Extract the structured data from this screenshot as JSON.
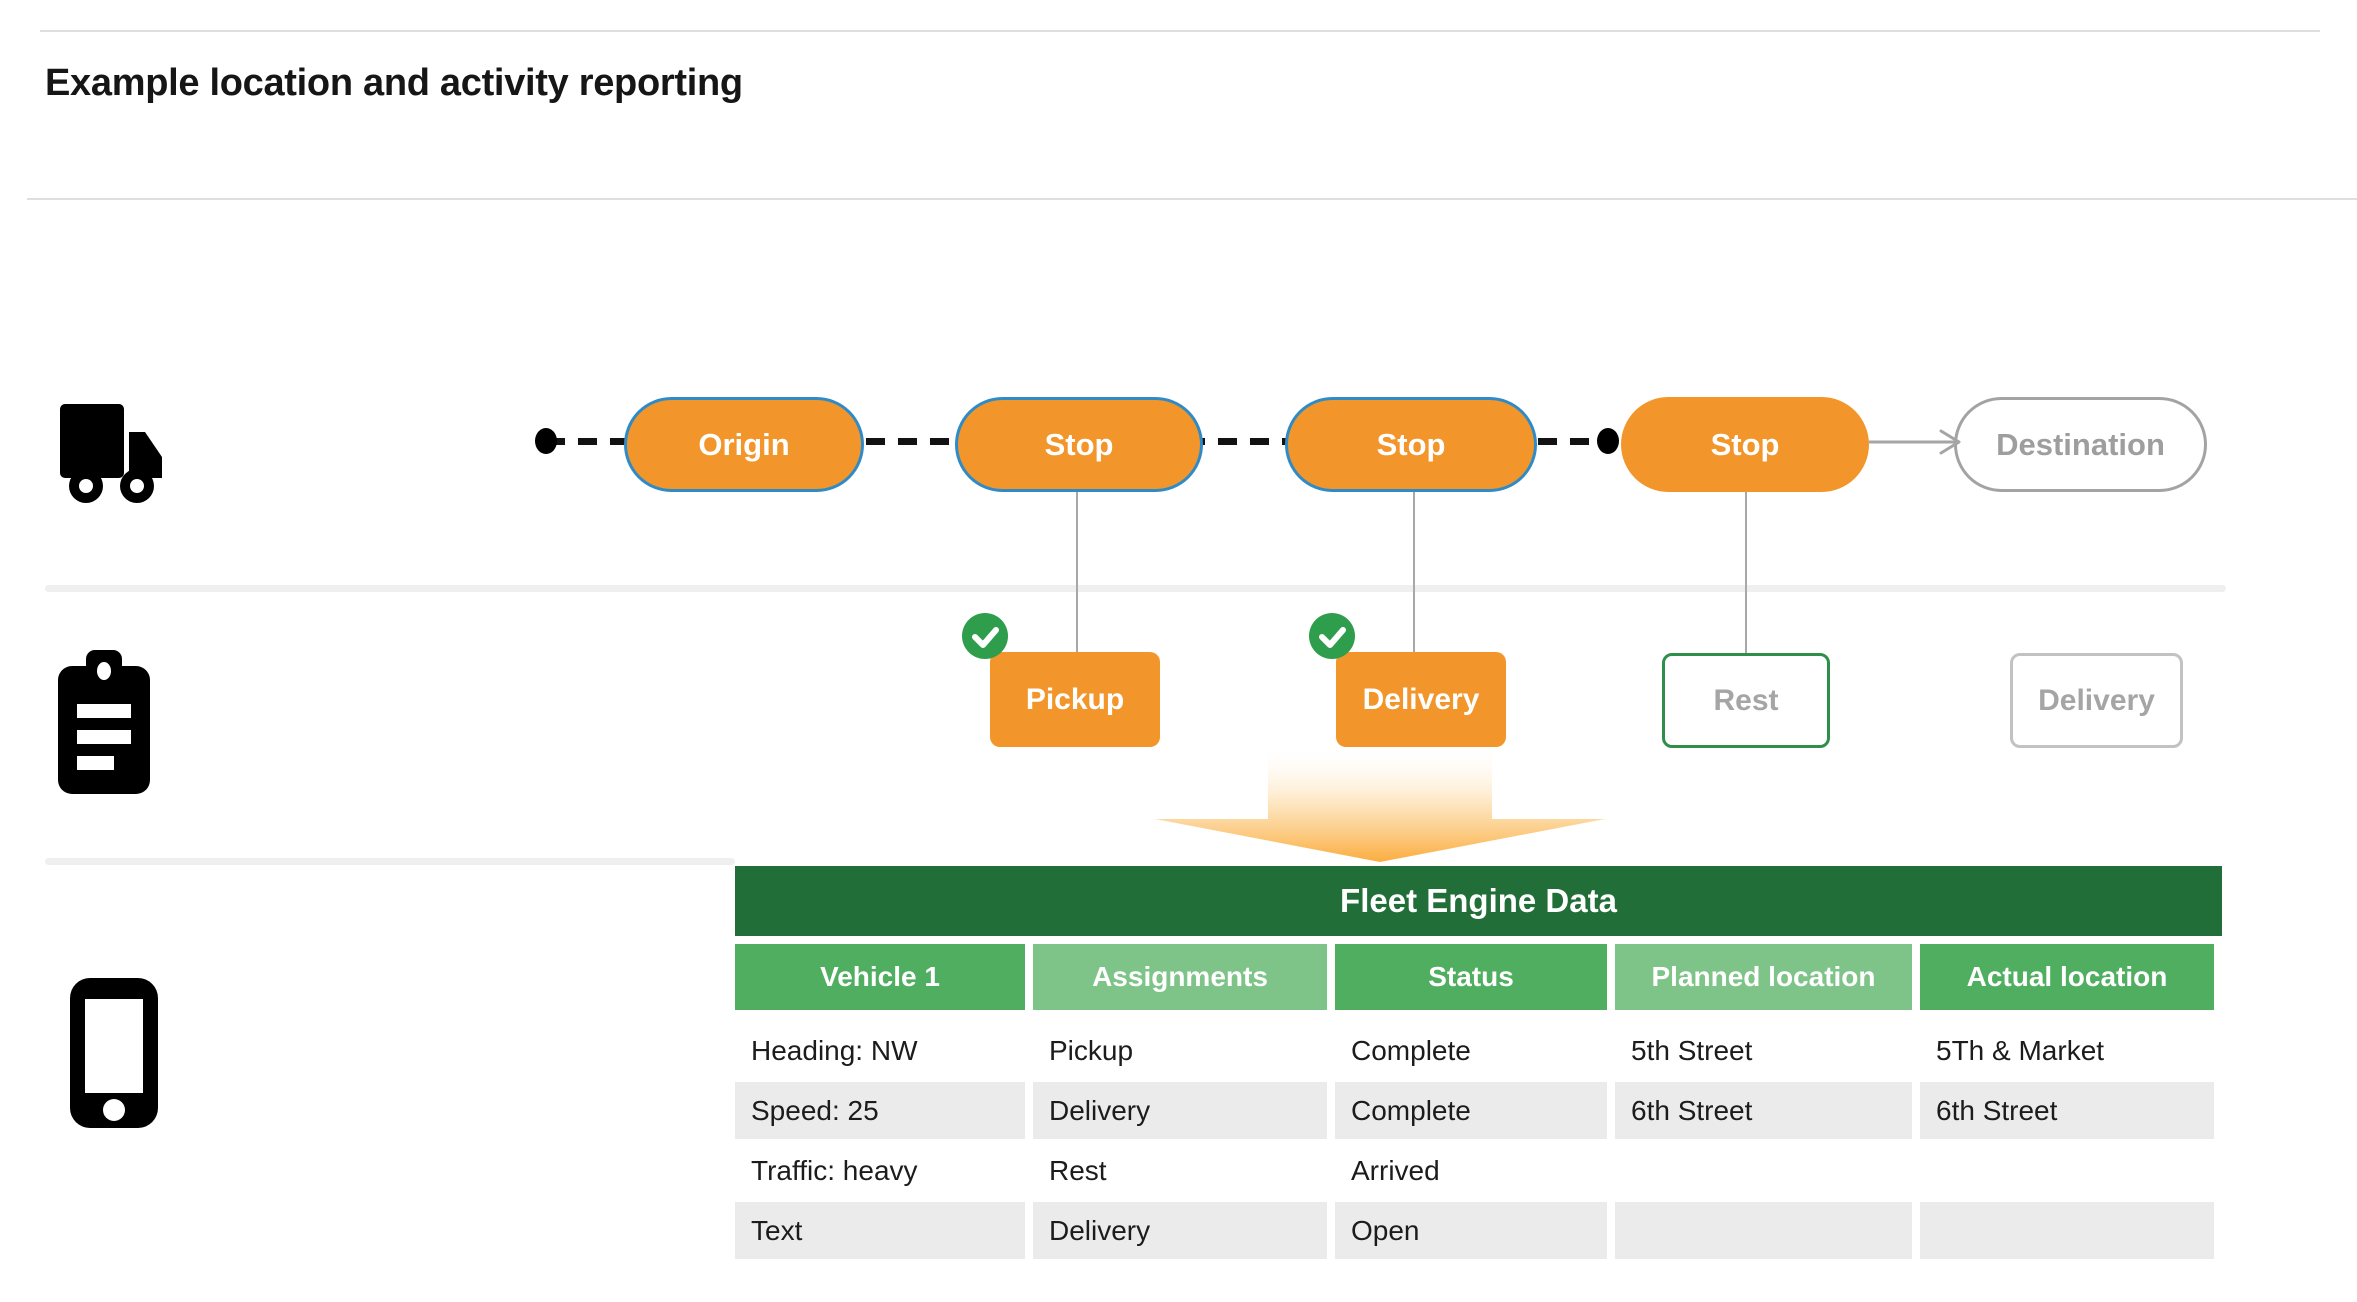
{
  "page": {
    "title": "Example location and activity reporting"
  },
  "route": {
    "nodes": [
      {
        "label": "Origin",
        "state": "visited"
      },
      {
        "label": "Stop",
        "state": "visited"
      },
      {
        "label": "Stop",
        "state": "visited"
      },
      {
        "label": "Stop",
        "state": "current"
      },
      {
        "label": "Destination",
        "state": "future"
      }
    ]
  },
  "activities": [
    {
      "label": "Pickup",
      "state": "completed"
    },
    {
      "label": "Delivery",
      "state": "completed"
    },
    {
      "label": "Rest",
      "state": "active"
    },
    {
      "label": "Delivery",
      "state": "future"
    }
  ],
  "table": {
    "title": "Fleet Engine Data",
    "columns": [
      "Vehicle 1",
      "Assignments",
      "Status",
      "Planned location",
      "Actual location"
    ],
    "rows": [
      [
        "Heading: NW",
        "Pickup",
        "Complete",
        "5th Street",
        "5Th & Market"
      ],
      [
        "Speed: 25",
        "Delivery",
        "Complete",
        "6th Street",
        "6th Street"
      ],
      [
        "Traffic: heavy",
        "Rest",
        "Arrived",
        "",
        ""
      ],
      [
        "Text",
        "Delivery",
        "Open",
        "",
        ""
      ]
    ]
  },
  "icons": {
    "truck": "truck-icon",
    "clipboard": "clipboard-icon",
    "phone": "smartphone-icon",
    "check": "checkmark-icon",
    "down_arrow": "big-down-arrow",
    "route_arrow": "arrow-to-destination"
  },
  "colors": {
    "orange": "#f2962b",
    "blue_border": "#2e8bc8",
    "dark_green": "#216e39",
    "medium_green": "#4fae5f",
    "light_green": "#7ec488",
    "check_green": "#2f9e4c",
    "rest_border_green": "#2f8f4a",
    "row_shade": "#ebebeb",
    "gray_text": "#9e9e9e"
  }
}
